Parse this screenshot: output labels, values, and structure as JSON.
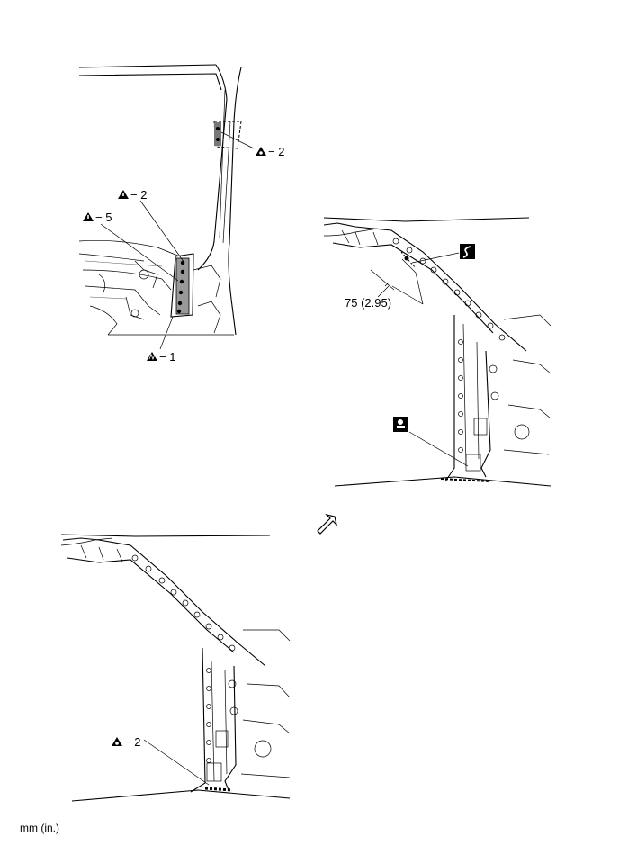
{
  "view1": {
    "callouts": [
      {
        "id": "weld-2-top",
        "text": "− 2"
      },
      {
        "id": "tri-2",
        "text": "− 2"
      },
      {
        "id": "tri-5",
        "text": "− 5"
      },
      {
        "id": "mig-1",
        "text": "− 1"
      }
    ]
  },
  "view2": {
    "dimension": "75 (2.95)",
    "symbols": [
      "cut-symbol",
      "sealer-symbol"
    ]
  },
  "view3": {
    "callouts": [
      {
        "id": "weld-2-bottom",
        "text": "− 2"
      }
    ]
  },
  "view_arrow": "direction-arrow",
  "unit_label": "mm (in.)"
}
